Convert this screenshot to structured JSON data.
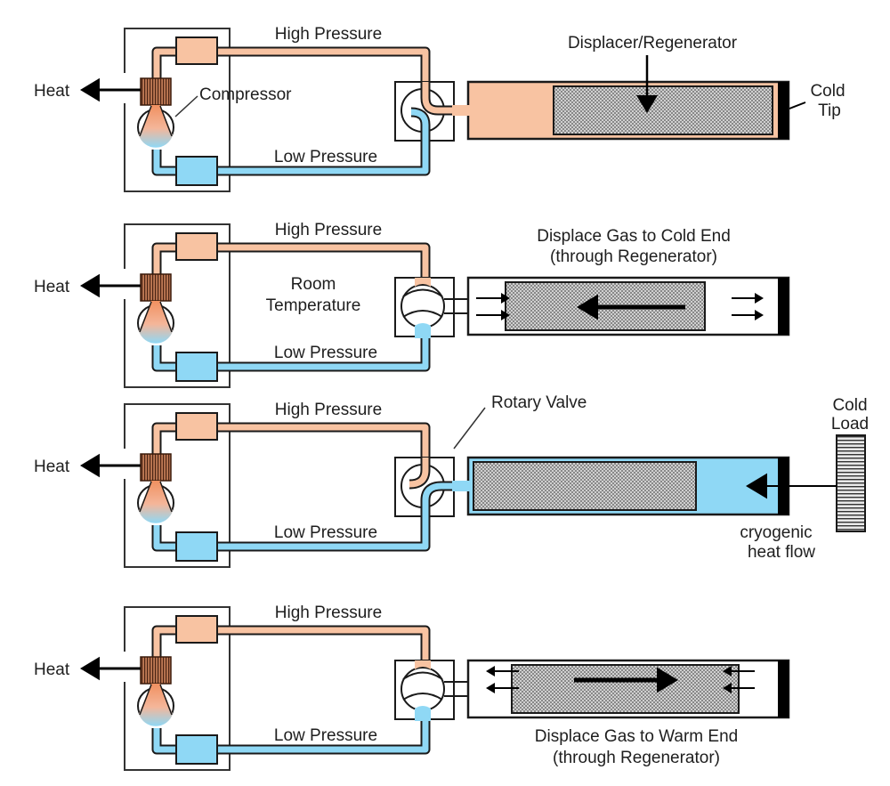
{
  "title": "Gifford-McMahon cryocooler cycle",
  "colors": {
    "high_pressure": "#f8c3a2",
    "low_pressure": "#8fd8f5",
    "heat_exchanger": "#8a4a2a",
    "regenerator": "#b5b5b5",
    "outline": "#1a1a1a",
    "cold_tip": "#000000",
    "background": "#ffffff"
  },
  "panels": [
    {
      "id": "stage-1",
      "heat_label": "Heat",
      "compressor_label": "Compressor",
      "high_label": "High Pressure",
      "low_label": "Low Pressure",
      "valve_state": "high-open",
      "chamber_fill": "high",
      "displacer_position": "right",
      "caption": [
        "Displacer/Regenerator"
      ],
      "caption_pos": "above",
      "cold_tip_label": [
        "Cold",
        "Tip"
      ],
      "gas_flow": "none",
      "displacer_arrow": "down"
    },
    {
      "id": "stage-2",
      "heat_label": "Heat",
      "high_label": "High Pressure",
      "low_label": "Low Pressure",
      "center_label": [
        "Room",
        "Temperature"
      ],
      "valve_state": "closed",
      "chamber_fill": "none",
      "displacer_position": "center",
      "caption": [
        "Displace Gas to Cold End",
        "(through Regenerator)"
      ],
      "caption_pos": "above",
      "gas_flow": "to-cold",
      "displacer_arrow": "left"
    },
    {
      "id": "stage-3",
      "heat_label": "Heat",
      "high_label": "High Pressure",
      "low_label": "Low Pressure",
      "valve_label": "Rotary Valve",
      "valve_state": "low-open",
      "chamber_fill": "low",
      "displacer_position": "left",
      "cold_load_label": [
        "Cold",
        "Load"
      ],
      "heat_flow_label": [
        "cryogenic",
        "heat flow"
      ],
      "gas_flow": "none",
      "displacer_arrow": "none"
    },
    {
      "id": "stage-4",
      "heat_label": "Heat",
      "high_label": "High Pressure",
      "low_label": "Low Pressure",
      "valve_state": "closed",
      "chamber_fill": "none",
      "displacer_position": "center",
      "caption": [
        "Displace Gas to Warm End",
        "(through Regenerator)"
      ],
      "caption_pos": "below",
      "gas_flow": "to-warm",
      "displacer_arrow": "right"
    }
  ]
}
